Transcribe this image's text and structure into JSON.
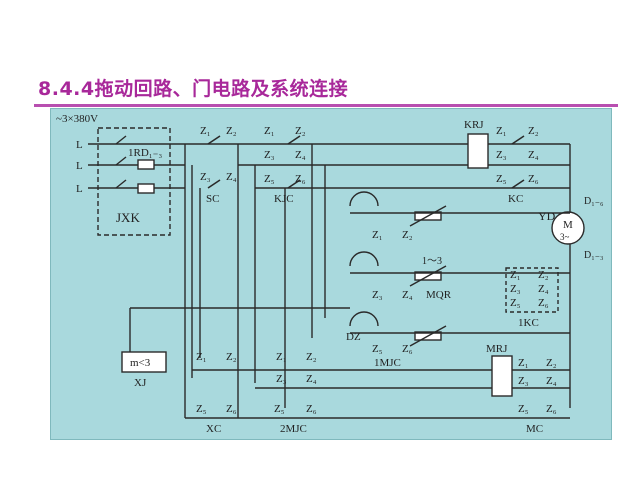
{
  "title": "8.4.4拖动回路、门电路及系统连接",
  "colors": {
    "title": "#a8289a",
    "rule": "#b84fb0",
    "panel": "#a9d9dd",
    "ink": "#2a2a2a"
  },
  "schematic": {
    "supply": "~3×380V",
    "line_marks": [
      "L",
      "L",
      "L"
    ],
    "fuse_label": "1RD₁₋₃",
    "switch_label": "JXK",
    "contacts": {
      "sc": "SC",
      "kjc": "KJC",
      "kc": "KC",
      "mqr": "MQR",
      "onemjc": "1MJC",
      "xc": "XC",
      "twomjc": "2MJC",
      "mc": "MC",
      "onekc": "1KC"
    },
    "relays": {
      "krj": "KRJ",
      "mrj": "MRJ"
    },
    "motor": {
      "label": "YD",
      "symbol": "M",
      "phase": "3~",
      "d_top": "D₁₋₆",
      "d_bot": "D₁₋₃"
    },
    "door": {
      "dz": "DZ",
      "resistor": "1～3",
      "xj_label": "XJ",
      "xj_box": "m<3"
    },
    "terminals": {
      "z1": "Z₁",
      "z2": "Z₂",
      "z3": "Z₃",
      "z4": "Z₄",
      "z5": "Z₅",
      "z6": "Z₆"
    }
  }
}
